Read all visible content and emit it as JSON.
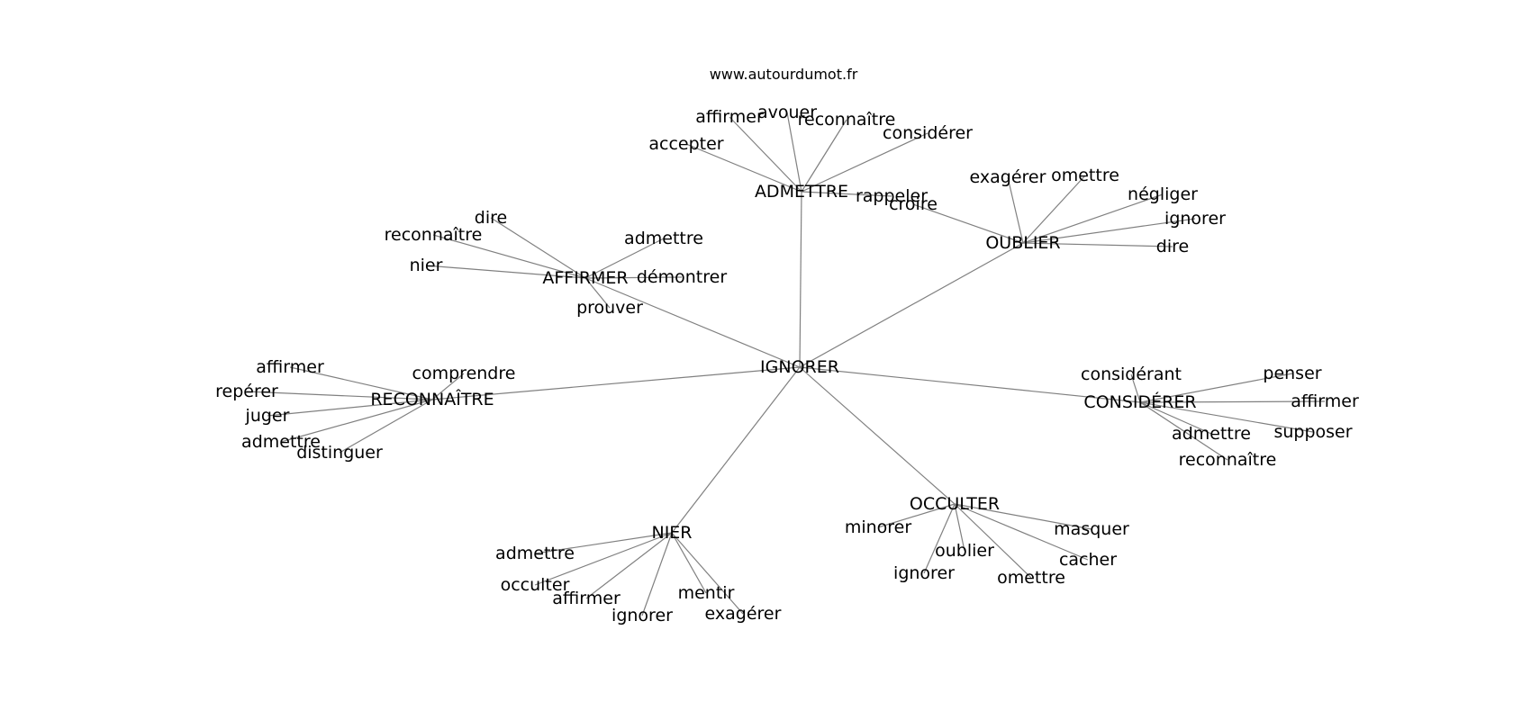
{
  "title": "www.autourdumot.fr",
  "graph": {
    "center": "IGNORER",
    "hubs": [
      {
        "id": "admettre",
        "label": "ADMETTRE",
        "leaves": [
          "accepter",
          "affirmer",
          "avouer",
          "reconnaître",
          "considérer",
          "rappeler"
        ]
      },
      {
        "id": "oublier",
        "label": "OUBLIER",
        "leaves": [
          "croire",
          "exagérer",
          "omettre",
          "négliger",
          "ignorer",
          "dire"
        ]
      },
      {
        "id": "affirmer",
        "label": "AFFIRMER",
        "leaves": [
          "dire",
          "reconnaître",
          "nier",
          "admettre",
          "démontrer",
          "prouver"
        ]
      },
      {
        "id": "reconnaitre",
        "label": "RECONNAÎTRE",
        "leaves": [
          "affirmer",
          "comprendre",
          "repérer",
          "juger",
          "admettre",
          "distinguer"
        ]
      },
      {
        "id": "considerer",
        "label": "CONSIDÉRER",
        "leaves": [
          "considérant",
          "penser",
          "affirmer",
          "supposer",
          "admettre",
          "reconnaître"
        ]
      },
      {
        "id": "occulter",
        "label": "OCCULTER",
        "leaves": [
          "minorer",
          "masquer",
          "oublier",
          "ignorer",
          "cacher",
          "omettre"
        ]
      },
      {
        "id": "nier",
        "label": "NIER",
        "leaves": [
          "admettre",
          "occulter",
          "affirmer",
          "ignorer",
          "mentir",
          "exagérer"
        ]
      }
    ]
  }
}
